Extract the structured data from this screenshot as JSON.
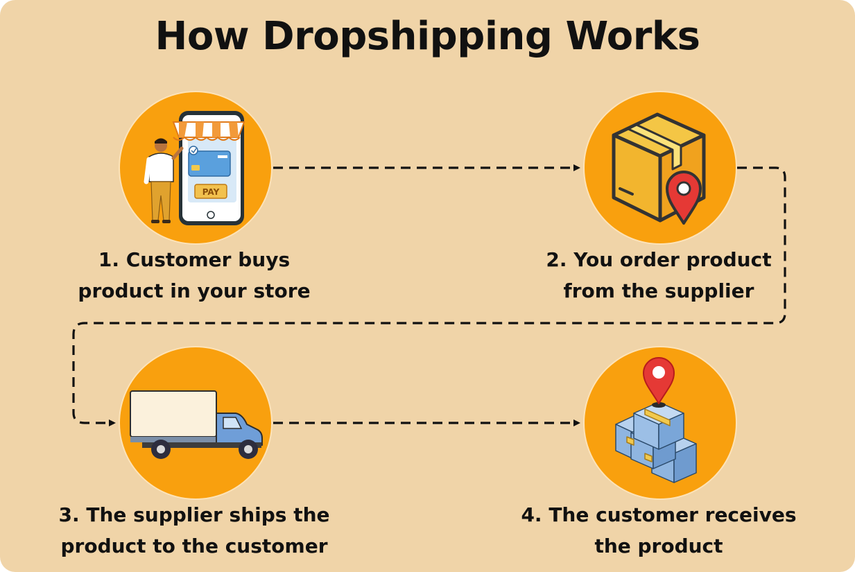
{
  "title": "How Dropshipping Works",
  "steps": [
    {
      "line1": "1. Customer buys",
      "line2": "product in your store",
      "icon": "online-shop-icon"
    },
    {
      "line1": "2. You order product",
      "line2": "from the supplier",
      "icon": "package-location-icon"
    },
    {
      "line1": "3. The supplier ships the",
      "line2": "product to the customer",
      "icon": "delivery-truck-icon"
    },
    {
      "line1": "4. The customer receives",
      "line2": "the product",
      "icon": "delivered-boxes-icon"
    }
  ],
  "pay_label": "PAY",
  "colors": {
    "background": "#f0d4a8",
    "circle": "#f9a00e",
    "circle_border": "#fde3b8",
    "arrow": "#111111",
    "text": "#111111"
  }
}
